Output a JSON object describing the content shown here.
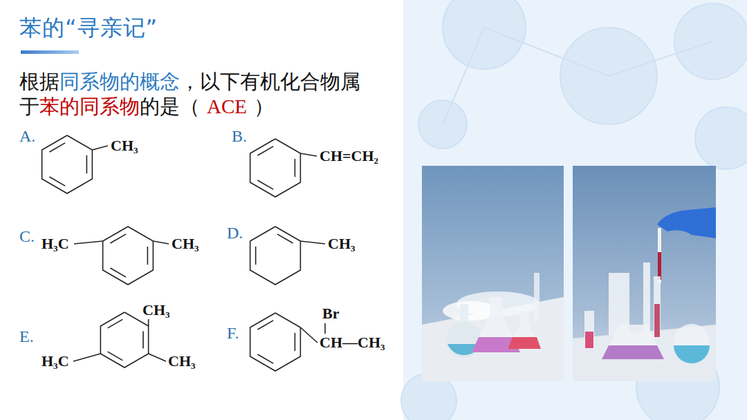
{
  "diagram": {
    "title": "苯的“寻亲记”",
    "labels": [
      "根据",
      "同系物的概念",
      "，以下有机化合物属于",
      "苯的同系物",
      "的是（",
      "ACE",
      "）",
      "A.",
      "CH₃",
      "B.",
      "CH=CH₂",
      "C.",
      "H₃C",
      "CH₃",
      "D.",
      "CH₃",
      "E.",
      "CH₃",
      "H₃C",
      "CH₃",
      "F.",
      "Br",
      "CH—CH₃"
    ]
  }
}
